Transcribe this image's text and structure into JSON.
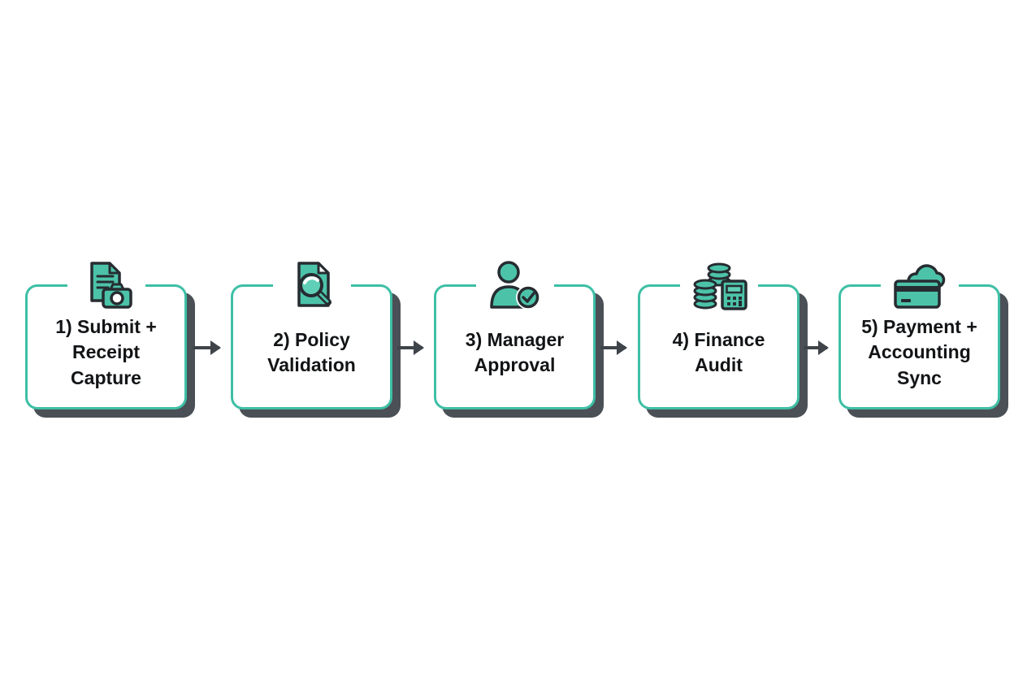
{
  "diagram": {
    "type": "horizontal-process-flow",
    "step_count": 5,
    "connector_direction": "right"
  },
  "steps": [
    {
      "label": "1) Submit + Receipt Capture",
      "icon": "document-camera-icon"
    },
    {
      "label": "2) Policy Validation",
      "icon": "document-magnifier-icon"
    },
    {
      "label": "3) Manager Approval",
      "icon": "person-check-icon"
    },
    {
      "label": "4) Finance Audit",
      "icon": "coins-calculator-icon"
    },
    {
      "label": "5) Payment + Accounting Sync",
      "icon": "card-cloud-icon"
    }
  ],
  "colors": {
    "background": "#ffffff",
    "box_border_teal": "#3ebfa5",
    "icon_teal": "#4cc3a9",
    "icon_outline_dark": "#262c31",
    "box_shadow": "#4a5056",
    "arrow": "#3e444a",
    "label_text": "#121416"
  }
}
